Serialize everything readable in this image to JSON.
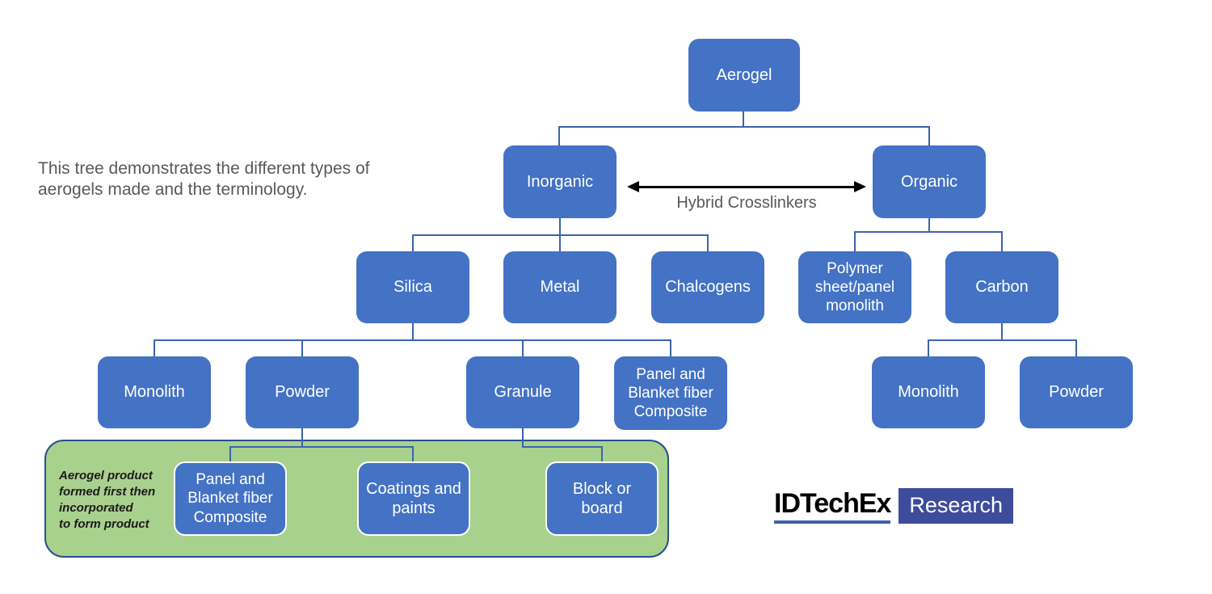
{
  "page": {
    "description": "This tree demonstrates the different types of aerogels made and the terminology."
  },
  "tree": {
    "root": "Aerogel",
    "branches": {
      "inorganic": "Inorganic",
      "organic": "Organic"
    },
    "crosslink": "Hybrid Crosslinkers",
    "inorganic_children": [
      "Silica",
      "Metal",
      "Chalcogens"
    ],
    "organic_children": [
      "Polymer sheet/panel monolith",
      "Carbon"
    ],
    "silica_children": [
      "Monolith",
      "Powder",
      "Granule",
      "Panel and Blanket fiber Composite"
    ],
    "carbon_children": [
      "Monolith",
      "Powder"
    ],
    "product_group": {
      "caption": "Aerogel product\nformed first then\nincorporated\nto form product",
      "items": [
        "Panel and Blanket fiber Composite",
        "Coatings and paints",
        "Block or board"
      ]
    }
  },
  "logo": {
    "brand": "IDTechEx",
    "badge": "Research"
  },
  "colors": {
    "node_blue": "#4472C4",
    "connector_blue": "#3C63AE",
    "arrow_black": "#000000",
    "muted_text": "#595959",
    "green_fill": "#A9D18E",
    "green_border": "#27508F",
    "green_child_border": "#FFFFFF",
    "logo_underline": "#3E5FAC",
    "logo_badge_bg": "#3E4C9C",
    "caption_text": "#1A1A1A"
  }
}
